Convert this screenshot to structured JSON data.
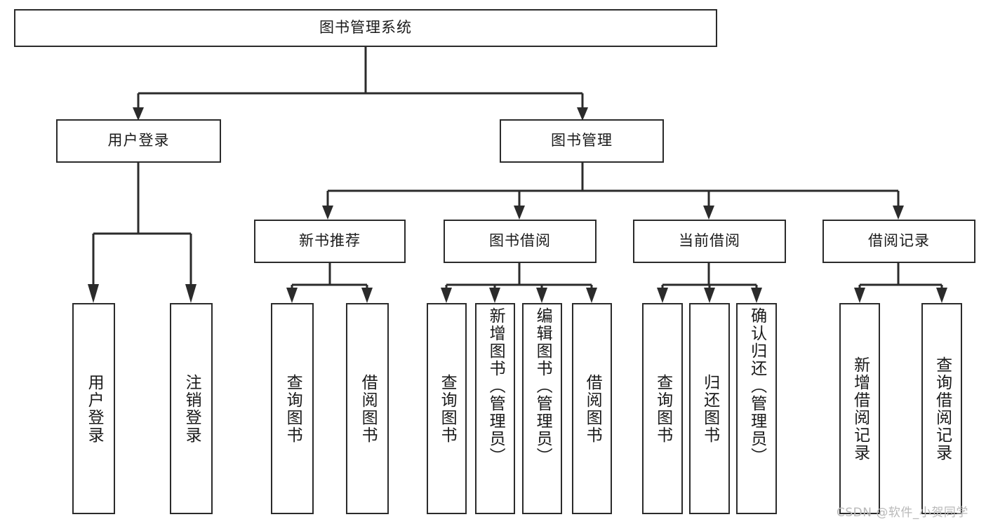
{
  "diagram": {
    "type": "hierarchy-tree",
    "title": "图书管理系统",
    "watermark": "CSDN @软件_小贺同学",
    "colors": {
      "stroke": "#2b2b2b",
      "fill": "#ffffff",
      "text": "#1a1a1a",
      "watermark": "#b9b9b9"
    },
    "nodes": {
      "root": "图书管理系统",
      "level2": [
        {
          "label": "用户登录"
        },
        {
          "label": "图书管理"
        }
      ],
      "level3": [
        {
          "label": "新书推荐"
        },
        {
          "label": "图书借阅"
        },
        {
          "label": "当前借阅"
        },
        {
          "label": "借阅记录"
        }
      ],
      "leaves_user_login": [
        {
          "label": "用户登录"
        },
        {
          "label": "注销登录"
        }
      ],
      "leaves_new_book": [
        {
          "label": "查询图书"
        },
        {
          "label": "借阅图书"
        }
      ],
      "leaves_borrow": [
        {
          "label": "查询图书"
        },
        {
          "label": "新增图书（管理员）"
        },
        {
          "label": "编辑图书（管理员）"
        },
        {
          "label": "借阅图书"
        }
      ],
      "leaves_current": [
        {
          "label": "查询图书"
        },
        {
          "label": "归还图书"
        },
        {
          "label": "确认归还（管理员）"
        }
      ],
      "leaves_record": [
        {
          "label": "新增借阅记录"
        },
        {
          "label": "查询借阅记录"
        }
      ]
    }
  }
}
